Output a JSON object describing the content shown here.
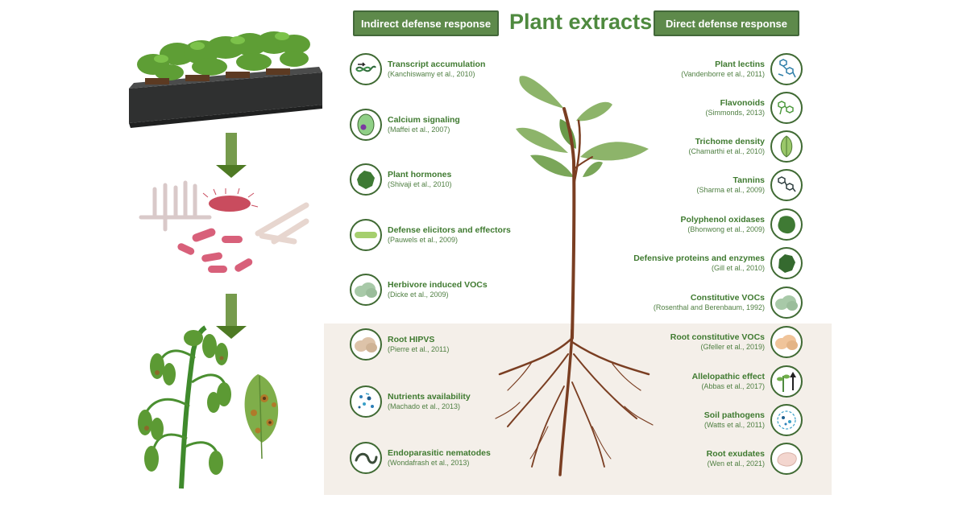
{
  "title": "Plant extracts",
  "headers": {
    "indirect": "Indirect defense response",
    "direct": "Direct defense response"
  },
  "indirect_items": [
    {
      "label": "Transcript accumulation",
      "ref": "(Kanchiswamy et al., 2010)",
      "icon": "dna-transcript-icon"
    },
    {
      "label": "Calcium signaling",
      "ref": "(Maffei et al., 2007)",
      "icon": "plant-cell-icon"
    },
    {
      "label": "Plant hormones",
      "ref": "(Shivaji et al., 2010)",
      "icon": "hormone-blob-icon"
    },
    {
      "label": "Defense elicitors and effectors",
      "ref": "(Pauwels et al., 2009)",
      "icon": "caterpillar-icon"
    },
    {
      "label": "Herbivore induced VOCs",
      "ref": "(Dicke et al., 2009)",
      "icon": "voc-cloud-icon"
    },
    {
      "label": "Root HIPVS",
      "ref": "(Pierre et al., 2011)",
      "icon": "root-voc-cloud-icon"
    },
    {
      "label": "Nutrients availability",
      "ref": "(Machado et al., 2013)",
      "icon": "nutrient-particles-icon"
    },
    {
      "label": "Endoparasitic nematodes",
      "ref": "(Wondafrash et al., 2013)",
      "icon": "nematode-icon"
    }
  ],
  "direct_items": [
    {
      "label": "Plant lectins",
      "ref": "(Vandenborre et al., 2011)",
      "icon": "lectin-molecule-icon"
    },
    {
      "label": "Flavonoids",
      "ref": "(Simmonds, 2013)",
      "icon": "flavonoid-molecule-icon"
    },
    {
      "label": "Trichome density",
      "ref": "(Chamarthi et al., 2010)",
      "icon": "leaf-icon"
    },
    {
      "label": "Tannins",
      "ref": "(Sharma et al., 2009)",
      "icon": "tannin-molecule-icon"
    },
    {
      "label": "Polyphenol oxidases",
      "ref": "(Bhonwong et al., 2009)",
      "icon": "enzyme-blob-icon"
    },
    {
      "label": "Defensive proteins and enzymes",
      "ref": "(Gill et al., 2010)",
      "icon": "protein-blob-icon"
    },
    {
      "label": "Constitutive VOCs",
      "ref": "(Rosenthal and Berenbaum, 1992)",
      "icon": "voc-cloud-icon"
    },
    {
      "label": "Root constitutive VOCs",
      "ref": "(Gfeller et al., 2019)",
      "icon": "root-voc-cloud-icon"
    },
    {
      "label": "Allelopathic effect",
      "ref": "(Abbas et al., 2017)",
      "icon": "seedling-arrow-icon"
    },
    {
      "label": "Soil pathogens",
      "ref": "(Watts et al., 2011)",
      "icon": "pathogen-icon"
    },
    {
      "label": "Root exudates",
      "ref": "(Wen et al., 2021)",
      "icon": "exudate-blob-icon"
    }
  ],
  "colors": {
    "header_bg": "#5e8a4b",
    "title": "#4f8a3f",
    "label": "#3f7a30",
    "soil": "#f4efe9",
    "root": "#7a3e22"
  }
}
